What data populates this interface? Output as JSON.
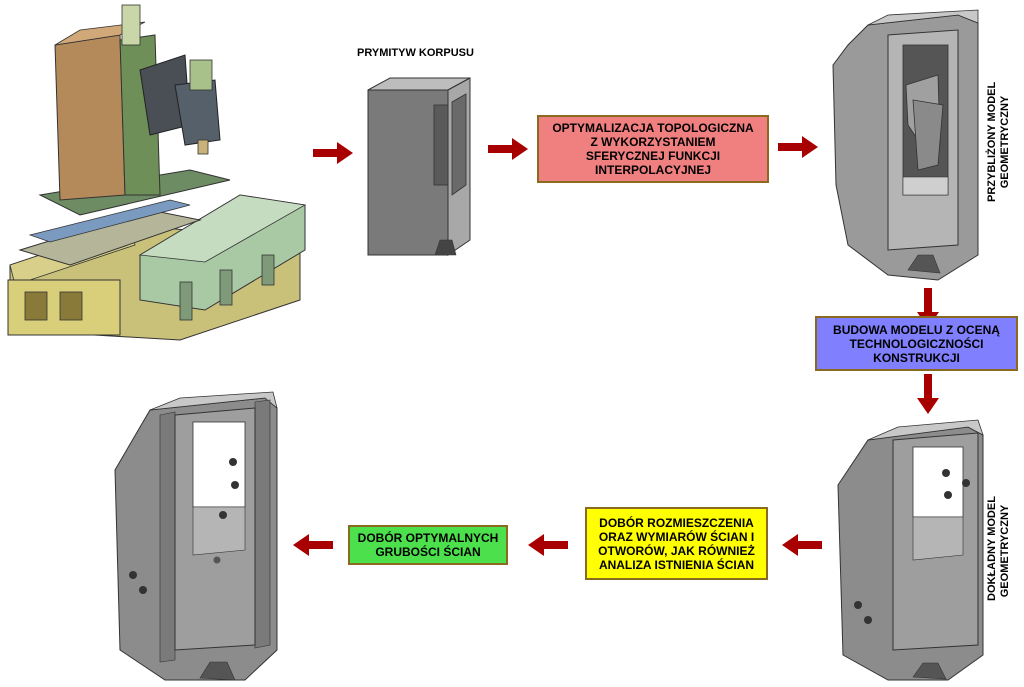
{
  "labels": {
    "primitive": "PRYMITYW KORPUSU",
    "approx_1": "PRZYBLIŻONY MODEL",
    "approx_2": "GEOMETRYCZNY",
    "exact_1": "DOKŁADNY MODEL",
    "exact_2": "GEOMETRYCZNY"
  },
  "boxes": {
    "topology": {
      "lines": [
        "OPTYMALIZACJA TOPOLOGICZNA",
        "Z WYKORZYSTANIEM",
        "SFERYCZNEJ  FUNKCJI",
        "INTERPOLACYJNEJ"
      ],
      "fill": "#f08080",
      "border": "#8a6a1e"
    },
    "build": {
      "lines": [
        "BUDOWA MODELU Z OCENĄ",
        "TECHNOLOGICZNOŚCI",
        "KONSTRUKCJI"
      ],
      "fill": "#8080ff",
      "border": "#8a6a1e"
    },
    "layout": {
      "lines": [
        "DOBÓR ROZMIESZCZENIA",
        "ORAZ WYMIARÓW ŚCIAN I",
        "OTWORÓW, JAK RÓWNIEŻ",
        "ANALIZA ISTNIENIA ŚCIAN"
      ],
      "fill": "#ffff00",
      "border": "#8a6a1e"
    },
    "thickness": {
      "lines": [
        "DOBÓR OPTYMALNYCH",
        "GRUBOŚCI ŚCIAN"
      ],
      "fill": "#4de04d",
      "border": "#8a6a1e"
    }
  },
  "colors": {
    "arrow": "#a80000",
    "part_gray": "#8c8c8c",
    "part_dark": "#5a5a5a",
    "part_light": "#bdbdbd"
  }
}
